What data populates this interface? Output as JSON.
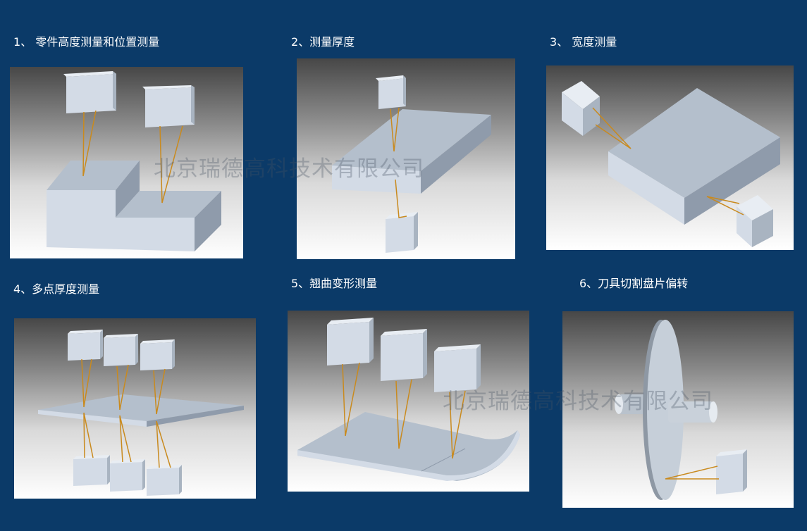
{
  "captions": {
    "c1": "1、 零件高度测量和位置测量",
    "c2": "2、测量厚度",
    "c3": "3、 宽度测量",
    "c4": "4、多点厚度测量",
    "c5": "5、翘曲变形测量",
    "c6": "6、刀具切割盘片偏转"
  },
  "watermark": "北京瑞德高科技术有限公司",
  "colors": {
    "page_bg": "#0b3a68",
    "sensor_front": "#d3dbe6",
    "part_top": "#b4bfcc",
    "laser_beam": "#c98a1e"
  }
}
